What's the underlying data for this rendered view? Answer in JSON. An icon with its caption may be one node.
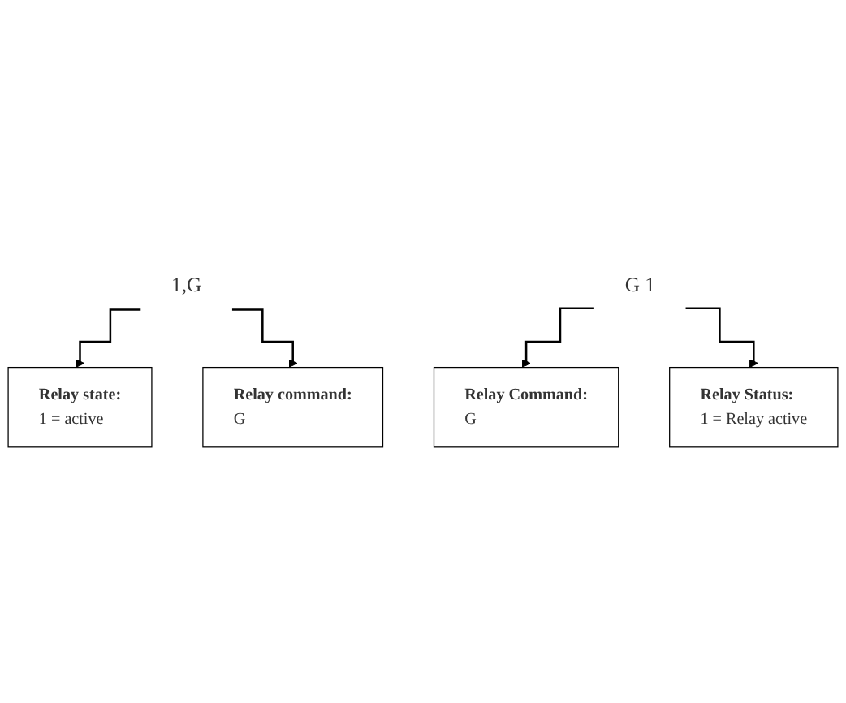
{
  "diagram": {
    "nodes": [
      {
        "text": [
          "1,G"
        ]
      },
      {
        "text": [
          "Relay state:",
          "1 = active"
        ]
      },
      {
        "text": [
          "Relay command:",
          "G"
        ]
      },
      {
        "text": [
          "G 1"
        ]
      },
      {
        "text": [
          "Relay Command:",
          "G"
        ]
      },
      {
        "text": [
          "Relay Status:",
          "1 = Relay active"
        ]
      }
    ],
    "edges": [
      {
        "from": 0,
        "to": 1,
        "arrow": "to"
      },
      {
        "from": 0,
        "to": 2,
        "arrow": "to"
      },
      {
        "from": 3,
        "to": 4,
        "arrow": "to"
      },
      {
        "from": 3,
        "to": 5,
        "arrow": "to"
      }
    ]
  }
}
